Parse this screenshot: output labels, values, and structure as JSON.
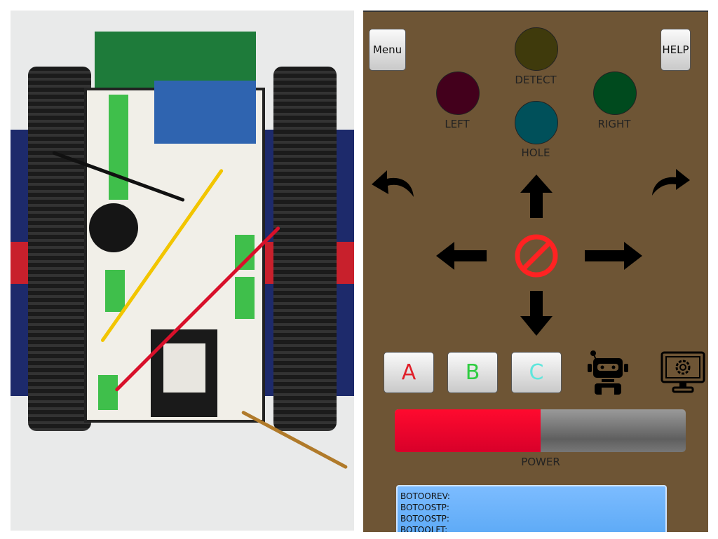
{
  "app": {
    "menu_label": "Menu",
    "help_label": "HELP",
    "indicators": [
      {
        "label": "DETECT",
        "color": "#3f3a0c"
      },
      {
        "label": "LEFT",
        "color": "#43001c"
      },
      {
        "label": "RIGHT",
        "color": "#004a1e"
      },
      {
        "label": "HOLE",
        "color": "#00505a"
      }
    ],
    "buttons": [
      {
        "label": "A",
        "color": "#e0202a"
      },
      {
        "label": "B",
        "color": "#2ecc40"
      },
      {
        "label": "C",
        "color": "#5ee6dc"
      }
    ],
    "power": {
      "label": "POWER",
      "percent": 50,
      "fill_color": "#f0002a"
    },
    "log_lines": [
      "BOTOOREV:",
      "BOTOOSTP:",
      "BOTOOSTP:",
      "BOTOOLFT:"
    ],
    "icons": [
      "rotate-left-icon",
      "rotate-right-icon",
      "arrow-up-icon",
      "arrow-left-icon",
      "stop-icon",
      "arrow-right-icon",
      "arrow-down-icon",
      "robot-icon",
      "monitor-settings-icon"
    ]
  }
}
